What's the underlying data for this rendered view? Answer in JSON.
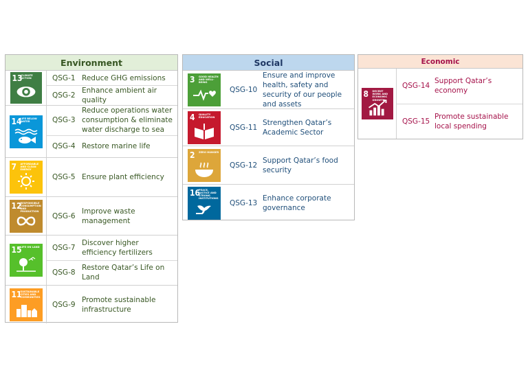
{
  "environment": {
    "title": "Environment",
    "groups": [
      {
        "sdg": {
          "num": "13",
          "label": "Climate Action",
          "color": "#3f7e44"
        },
        "items": [
          {
            "code": "QSG-1",
            "text": "Reduce GHG emissions"
          },
          {
            "code": "QSG-2",
            "text": "Enhance ambient air quality"
          }
        ]
      },
      {
        "sdg": {
          "num": "14",
          "label": "Life Below Water",
          "color": "#0a97d9"
        },
        "items": [
          {
            "code": "QSG-3",
            "text": "Reduce operations water consumption & eliminate water discharge to sea"
          },
          {
            "code": "QSG-4",
            "text": "Restore marine life"
          }
        ]
      },
      {
        "sdg": {
          "num": "7",
          "label": "Affordable and Clean Energy",
          "color": "#fcc30b"
        },
        "items": [
          {
            "code": "QSG-5",
            "text": "Ensure plant efficiency"
          }
        ]
      },
      {
        "sdg": {
          "num": "12",
          "label": "Responsible Consumption and Production",
          "color": "#bf8b2e"
        },
        "items": [
          {
            "code": "QSG-6",
            "text": "Improve waste management"
          }
        ]
      },
      {
        "sdg": {
          "num": "15",
          "label": "Life On Land",
          "color": "#56c02b"
        },
        "items": [
          {
            "code": "QSG-7",
            "text": "Discover higher efficiency fertilizers"
          },
          {
            "code": "QSG-8",
            "text": "Restore Qatar’s Life on Land"
          }
        ]
      },
      {
        "sdg": {
          "num": "11",
          "label": "Sustainable Cities and Communities",
          "color": "#fd9d24"
        },
        "items": [
          {
            "code": "QSG-9",
            "text": "Promote sustainable infrastructure"
          }
        ]
      }
    ]
  },
  "social": {
    "title": "Social",
    "groups": [
      {
        "sdg": {
          "num": "3",
          "label": "Good Health and Well-Being",
          "color": "#4c9f38"
        },
        "items": [
          {
            "code": "QSG-10",
            "text": "Ensure and improve health, safety and security of our people  and assets"
          }
        ]
      },
      {
        "sdg": {
          "num": "4",
          "label": "Quality Education",
          "color": "#c5192d"
        },
        "items": [
          {
            "code": "QSG-11",
            "text": "Strengthen Qatar’s Academic Sector"
          }
        ]
      },
      {
        "sdg": {
          "num": "2",
          "label": "Zero Hunger",
          "color": "#dda63a"
        },
        "items": [
          {
            "code": "QSG-12",
            "text": "Support Qatar’s food security"
          }
        ]
      },
      {
        "sdg": {
          "num": "16",
          "label": "Peace, Justice and Strong Institutions",
          "color": "#00689d"
        },
        "items": [
          {
            "code": "QSG-13",
            "text": "Enhance corporate governance"
          }
        ]
      }
    ]
  },
  "economic": {
    "title": "Economic",
    "groups": [
      {
        "sdg": {
          "num": "8",
          "label": "Decent Work and Economic Growth",
          "color": "#a21942"
        },
        "items": [
          {
            "code": "QSG-14",
            "text": "Support Qatar’s economy"
          },
          {
            "code": "QSG-15",
            "text": "Promote sustainable local spending"
          }
        ]
      }
    ]
  }
}
